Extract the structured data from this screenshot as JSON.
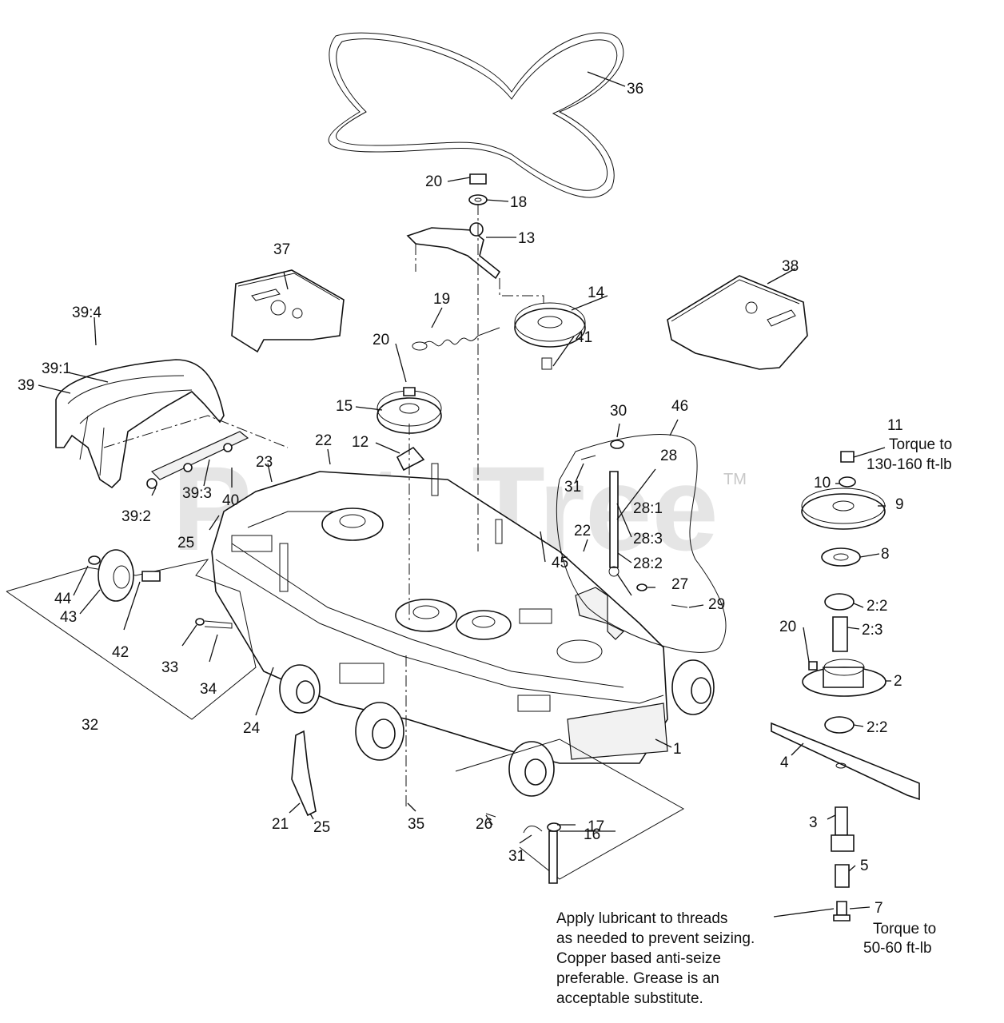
{
  "watermark": {
    "brand": "PartsTree",
    "tm": "TM"
  },
  "callouts": {
    "c1": "1",
    "c2": "2",
    "c2_2a": "2:2",
    "c2_3": "2:3",
    "c2_2b": "2:2",
    "c3": "3",
    "c4": "4",
    "c5": "5",
    "c7": "7",
    "c8": "8",
    "c9": "9",
    "c10": "10",
    "c11": "11",
    "c12": "12",
    "c13": "13",
    "c14": "14",
    "c15": "15",
    "c16": "16",
    "c17": "17",
    "c18": "18",
    "c19": "19",
    "c20a": "20",
    "c20b": "20",
    "c20c": "20",
    "c21": "21",
    "c22a": "22",
    "c22b": "22",
    "c23": "23",
    "c24": "24",
    "c25a": "25",
    "c25b": "25",
    "c26": "26",
    "c27": "27",
    "c28": "28",
    "c28_1": "28:1",
    "c28_3": "28:3",
    "c28_2": "28:2",
    "c29": "29",
    "c30": "30",
    "c31a": "31",
    "c31b": "31",
    "c32": "32",
    "c33": "33",
    "c34": "34",
    "c35": "35",
    "c36": "36",
    "c37": "37",
    "c38": "38",
    "c39": "39",
    "c39_1": "39:1",
    "c39_2": "39:2",
    "c39_3": "39:3",
    "c39_4": "39:4",
    "c40": "40",
    "c41": "41",
    "c42": "42",
    "c43": "43",
    "c44": "44",
    "c45": "45",
    "c46": "46"
  },
  "notes": {
    "torque_11": [
      "Torque to",
      "130-160 ft-lb"
    ],
    "torque_7": [
      "Torque to",
      "50-60 ft-lb"
    ],
    "lubricant": [
      "Apply lubricant to threads",
      "as needed to prevent seizing.",
      "Copper  based anti-seize",
      "preferable. Grease is an",
      "acceptable substitute."
    ]
  }
}
